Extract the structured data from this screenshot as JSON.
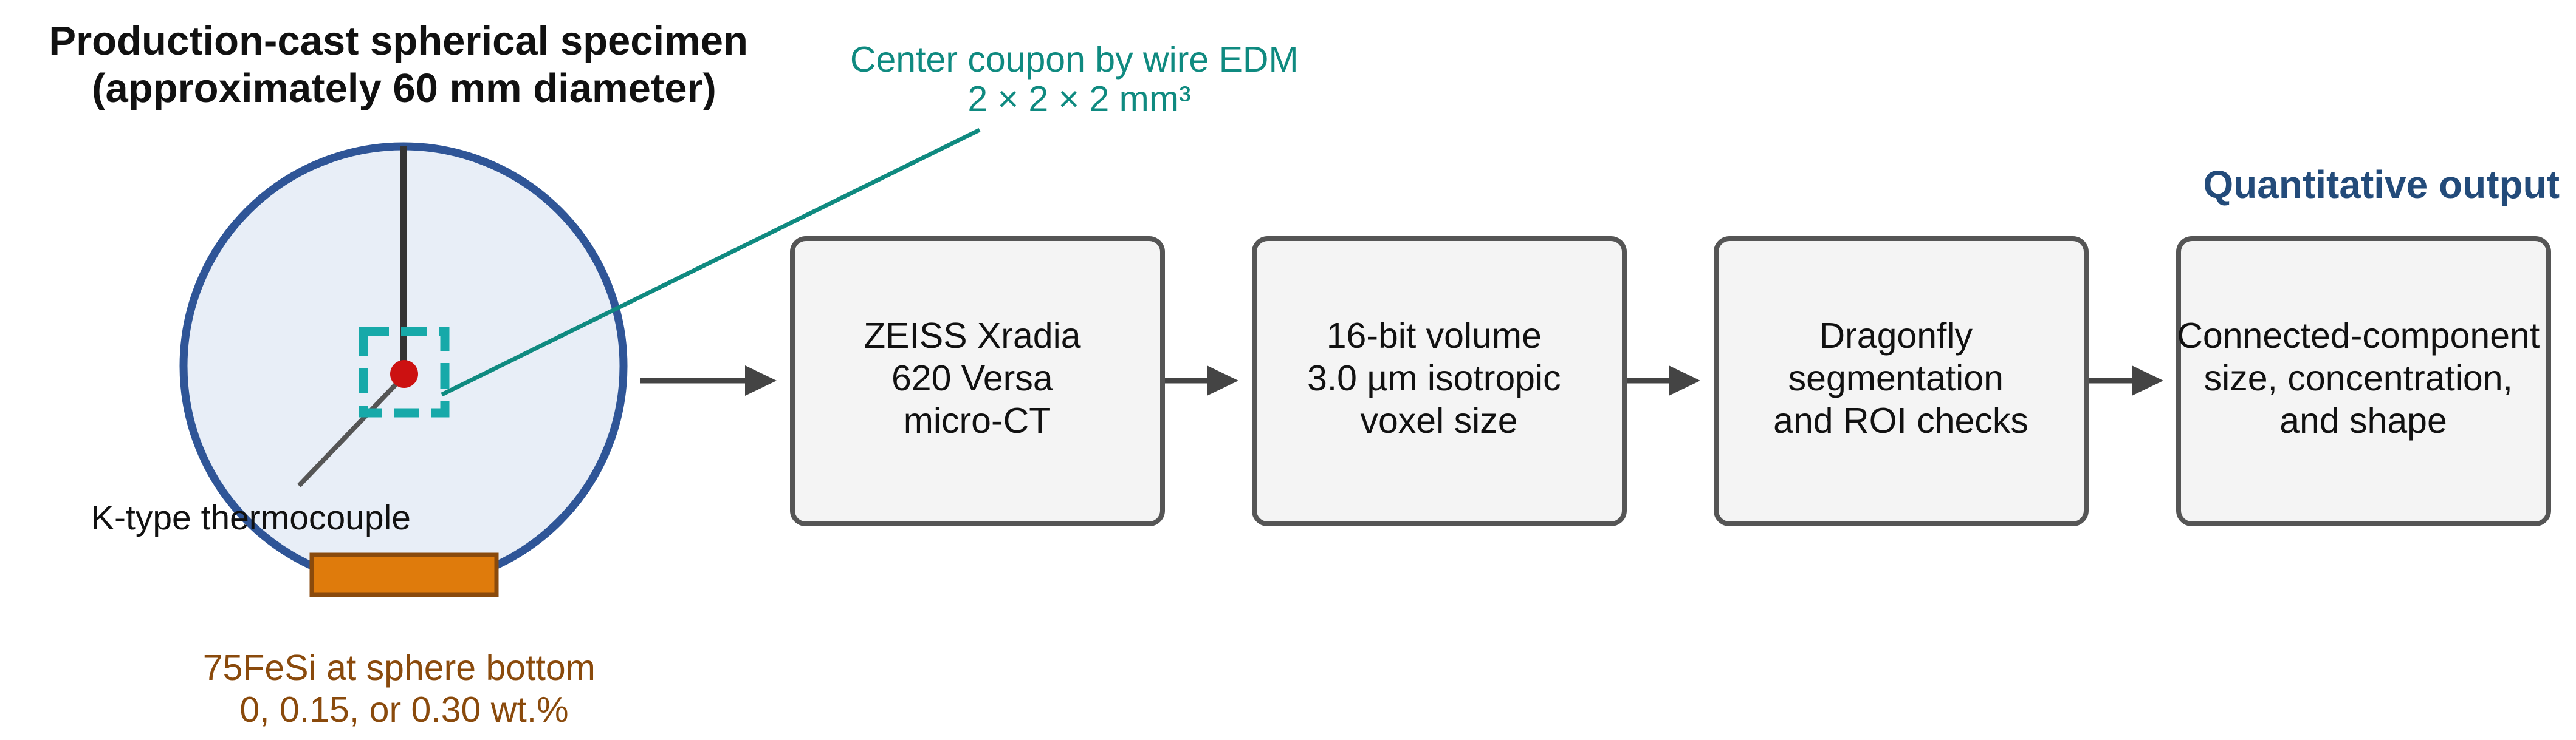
{
  "specimen": {
    "title_lines": [
      "Production-cast spherical specimen",
      "(approximately 60 mm diameter)"
    ],
    "thermocouple_label": "K-type thermocouple",
    "inoculant_lines": [
      "75FeSi at sphere bottom",
      "0, 0.15, or 0.30 wt.%"
    ]
  },
  "coupon": {
    "label_lines": [
      "Center coupon by wire EDM",
      "2 × 2 × 2 mm³"
    ]
  },
  "output_heading": "Quantitative output",
  "pipeline": [
    {
      "lines": [
        "ZEISS Xradia",
        "620 Versa",
        "micro-CT"
      ]
    },
    {
      "lines": [
        "16-bit volume",
        "3.0 µm isotropic",
        "voxel size"
      ]
    },
    {
      "lines": [
        "Dragonfly",
        "segmentation",
        "and ROI checks"
      ]
    },
    {
      "lines": [
        "Connected-component",
        "size, concentration,",
        "and shape"
      ]
    }
  ],
  "colors": {
    "sphere_fill": "#e8eef7",
    "sphere_stroke": "#2f5597",
    "coupon_dash": "#17a9a9",
    "center_dot": "#cc1111",
    "leader_teal": "#0f8a80",
    "inoculant_fill": "#df7b0c",
    "inoculant_stroke": "#8a4a0c",
    "box_fill": "#f4f4f4",
    "box_stroke": "#555555",
    "arrow": "#444444",
    "output_heading": "#234b7a"
  }
}
